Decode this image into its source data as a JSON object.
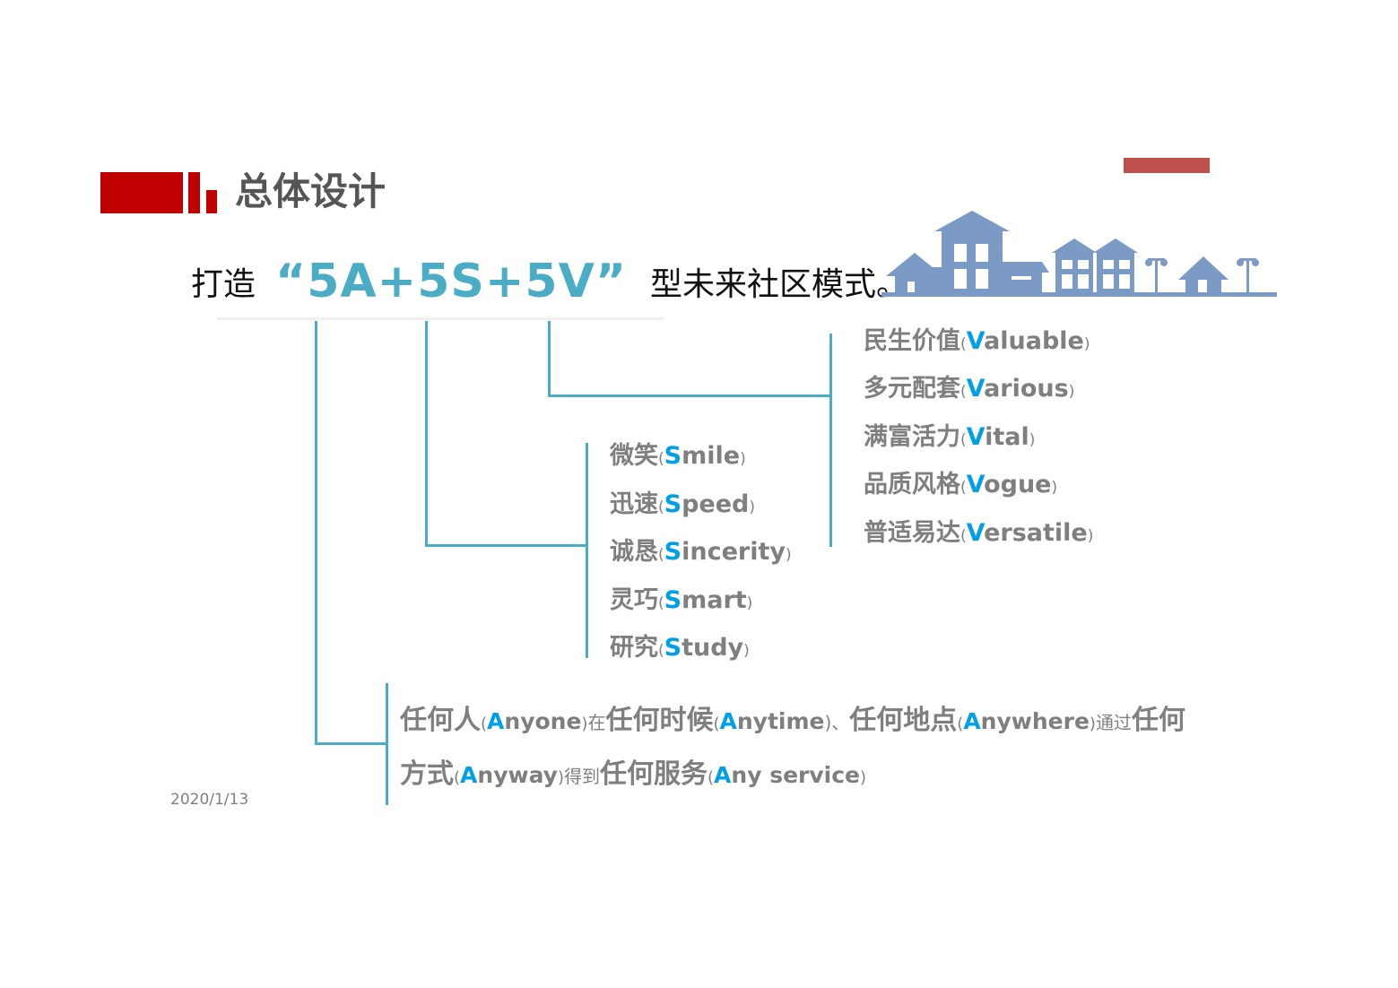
{
  "header": {
    "title": "总体设计"
  },
  "headline": {
    "prefix": "打造",
    "highlight": "“5A+5S+5V”",
    "suffix": "型未来社区模式。"
  },
  "v_items": [
    {
      "cn": "民生价值",
      "open": "(",
      "key": "V",
      "rest": "aluable",
      "close": ")"
    },
    {
      "cn": "多元配套",
      "open": "(",
      "key": "V",
      "rest": "arious",
      "close": ")"
    },
    {
      "cn": "满富活力",
      "open": "(",
      "key": "V",
      "rest": "ital",
      "close": ")"
    },
    {
      "cn": "品质风格",
      "open": "(",
      "key": "V",
      "rest": "ogue",
      "close": ")"
    },
    {
      "cn": "普适易达",
      "open": "(",
      "key": "V",
      "rest": "ersatile",
      "close": ")"
    }
  ],
  "s_items": [
    {
      "cn": "微笑",
      "open": "(",
      "key": "S",
      "rest": "mile",
      "close": ")"
    },
    {
      "cn": "迅速",
      "open": "(",
      "key": "S",
      "rest": "peed",
      "close": ")"
    },
    {
      "cn": "诚恳",
      "open": "(",
      "key": "S",
      "rest": "incerity",
      "close": ")"
    },
    {
      "cn": "灵巧",
      "open": "(",
      "key": "S",
      "rest": "mart",
      "close": ")"
    },
    {
      "cn": "研究",
      "open": "(",
      "key": "S",
      "rest": "tudy",
      "close": ")"
    }
  ],
  "a_text": {
    "line1": [
      {
        "t": "任何人",
        "c": ""
      },
      {
        "t": "(",
        "c": "p"
      },
      {
        "t": "A",
        "c": "key sm"
      },
      {
        "t": "nyone",
        "c": "sm"
      },
      {
        "t": ")",
        "c": "p"
      },
      {
        "t": "在",
        "c": "xs"
      },
      {
        "t": "任何时候",
        "c": ""
      },
      {
        "t": "(",
        "c": "p"
      },
      {
        "t": "A",
        "c": "key sm"
      },
      {
        "t": "nytime",
        "c": "sm"
      },
      {
        "t": ")、",
        "c": "xs"
      },
      {
        "t": "任何地点",
        "c": ""
      },
      {
        "t": "(",
        "c": "p"
      },
      {
        "t": "A",
        "c": "key sm"
      },
      {
        "t": "nywhere",
        "c": "sm"
      },
      {
        "t": ")",
        "c": "p"
      },
      {
        "t": "通过",
        "c": "xs"
      },
      {
        "t": "任何",
        "c": ""
      }
    ],
    "line2": [
      {
        "t": "方式",
        "c": ""
      },
      {
        "t": "(",
        "c": "p"
      },
      {
        "t": "A",
        "c": "key sm"
      },
      {
        "t": "nyway",
        "c": "sm"
      },
      {
        "t": ")",
        "c": "p"
      },
      {
        "t": "得到",
        "c": "xs"
      },
      {
        "t": "任何服务",
        "c": ""
      },
      {
        "t": "(",
        "c": "p"
      },
      {
        "t": "A",
        "c": "key sm"
      },
      {
        "t": "ny service",
        "c": "sm"
      },
      {
        "t": ")",
        "c": "p"
      }
    ]
  },
  "footer": {
    "date": "2020/1/13"
  },
  "colors": {
    "accent_blue": "#4bacc6",
    "key_blue": "#00a0e9",
    "title_red": "#c00000",
    "deco_red": "#c0504d",
    "houses": "#7b9bc6",
    "text_gray": "#7f7f7f"
  },
  "icons": [
    "title-bar-icon",
    "town-skyline-icon"
  ]
}
